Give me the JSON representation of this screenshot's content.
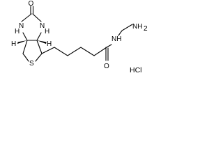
{
  "molecule": {
    "atom_labels": {
      "ring_oxygen": "O",
      "ring_nh_left": "N",
      "ring_nh_left_h": "H",
      "ring_nh_right": "N",
      "ring_nh_right_h": "H",
      "stereo_h_left": "H",
      "stereo_h_right": "H",
      "sulfur": "S",
      "amide_oxygen": "O",
      "amide_nh": "NH",
      "amine": "NH",
      "amine_subscript": "2"
    },
    "counter_ion": "HCl"
  }
}
